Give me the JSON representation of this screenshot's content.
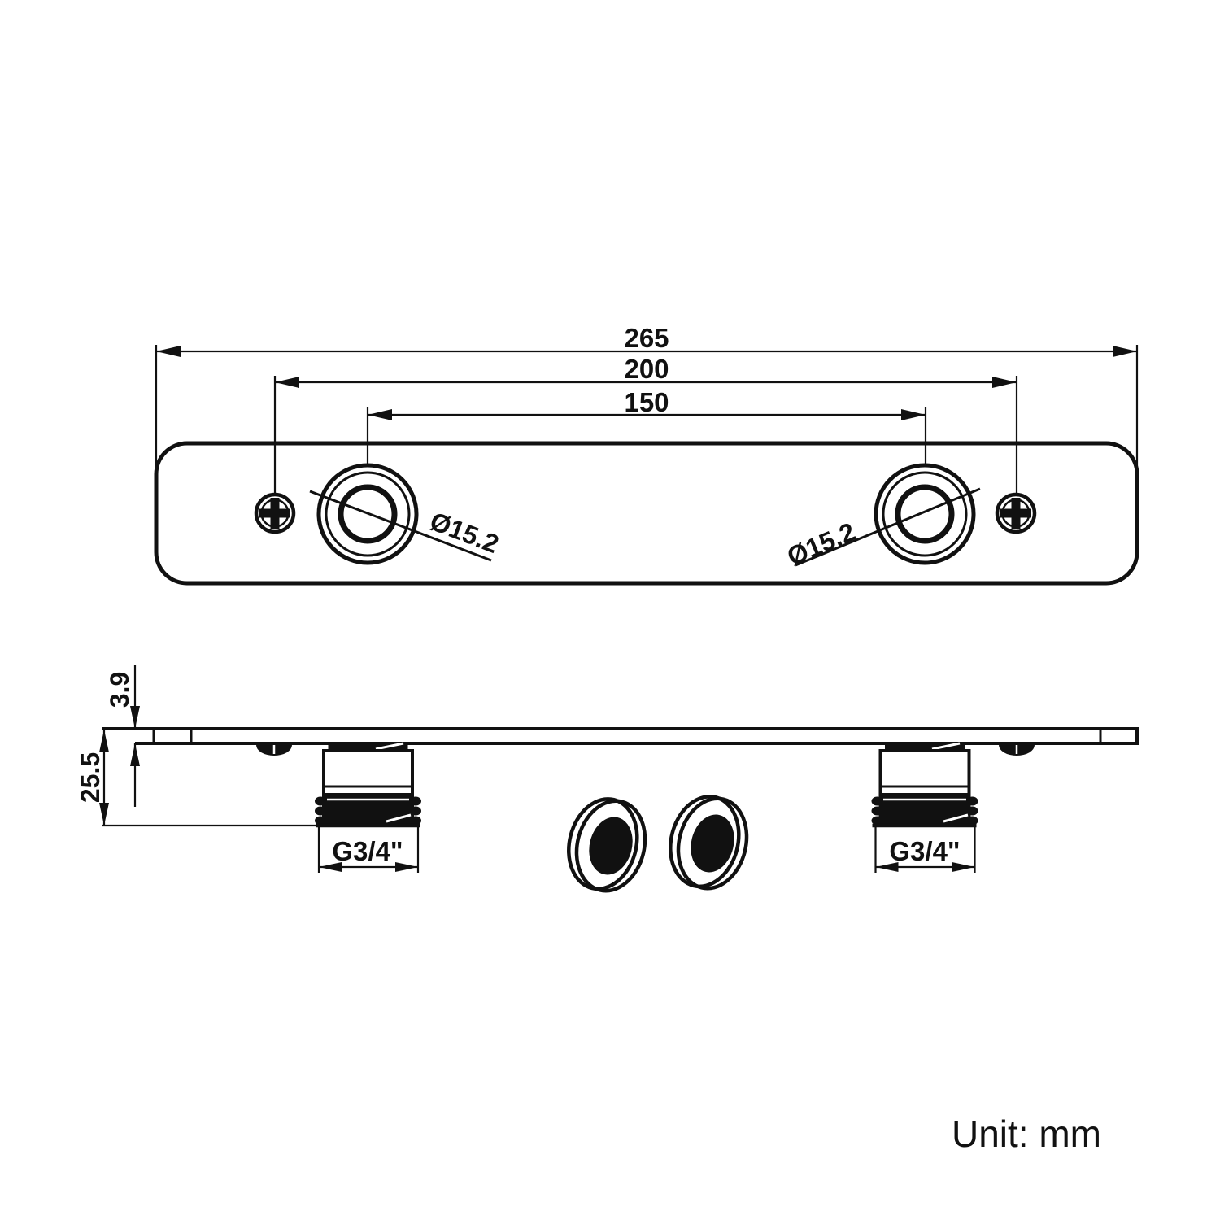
{
  "drawing": {
    "top_view": {
      "dim_overall_width": "265",
      "dim_screw_spacing": "200",
      "dim_hole_spacing": "150",
      "hole_diameter_left": "Ø15.2",
      "hole_diameter_right": "Ø15.2"
    },
    "side_view": {
      "dim_plate_thickness": "3.9",
      "dim_total_depth": "25.5",
      "thread_size_left": "G3/4\"",
      "thread_size_right": "G3/4\""
    },
    "unit_note": "Unit: mm"
  }
}
